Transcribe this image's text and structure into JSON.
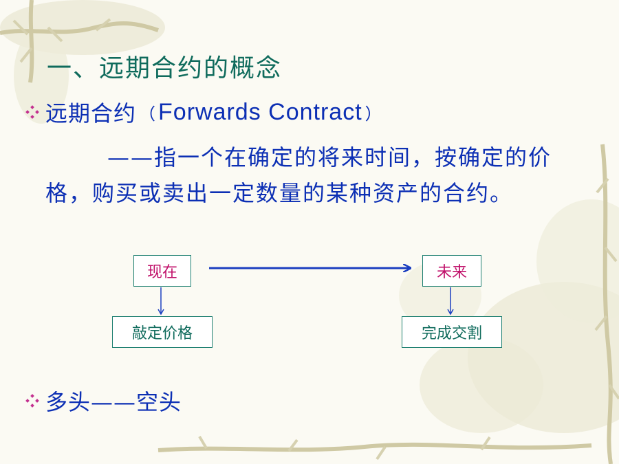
{
  "slide": {
    "title": "一、远期合约的概念",
    "bullet1": {
      "term": "远期合约",
      "paren_open": "（",
      "english": "Forwards Contract",
      "paren_close": "）"
    },
    "definition": {
      "dash": "——",
      "text": "指一个在确定的将来时间，按确定的价格，购买或卖出一定数量的某种资产的合约。"
    },
    "diagram": {
      "now": "现在",
      "future": "未来",
      "lock_price": "敲定价格",
      "complete_delivery": "完成交割"
    },
    "bullet2": "多头——空头"
  },
  "colors": {
    "title": "#0f6b5c",
    "body_text": "#0c2fb4",
    "highlight": "#c0106a",
    "bullet": "#c4308f",
    "box_border": "#1d7f70"
  }
}
